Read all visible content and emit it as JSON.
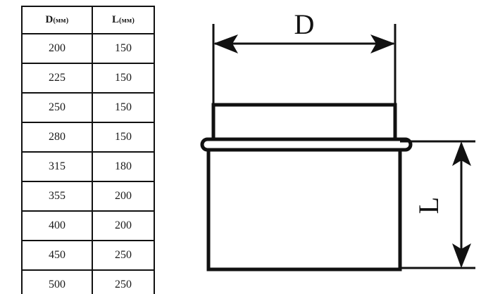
{
  "table": {
    "headers": [
      {
        "symbol": "D",
        "unit": "(мм)"
      },
      {
        "symbol": "L",
        "unit": "(мм)"
      }
    ],
    "rows": [
      {
        "d": "200",
        "l": "150"
      },
      {
        "d": "225",
        "l": "150"
      },
      {
        "d": "250",
        "l": "150"
      },
      {
        "d": "280",
        "l": "150"
      },
      {
        "d": "315",
        "l": "180"
      },
      {
        "d": "355",
        "l": "200"
      },
      {
        "d": "400",
        "l": "200"
      },
      {
        "d": "450",
        "l": "250"
      },
      {
        "d": "500",
        "l": "250"
      }
    ]
  },
  "diagram": {
    "width_dimension_label": "D",
    "length_dimension_label": "L",
    "line_color": "#111111",
    "fill_color": "#ffffff",
    "parts": [
      "upper-socket-rectangle",
      "sealing-ring",
      "lower-body-rectangle"
    ]
  }
}
